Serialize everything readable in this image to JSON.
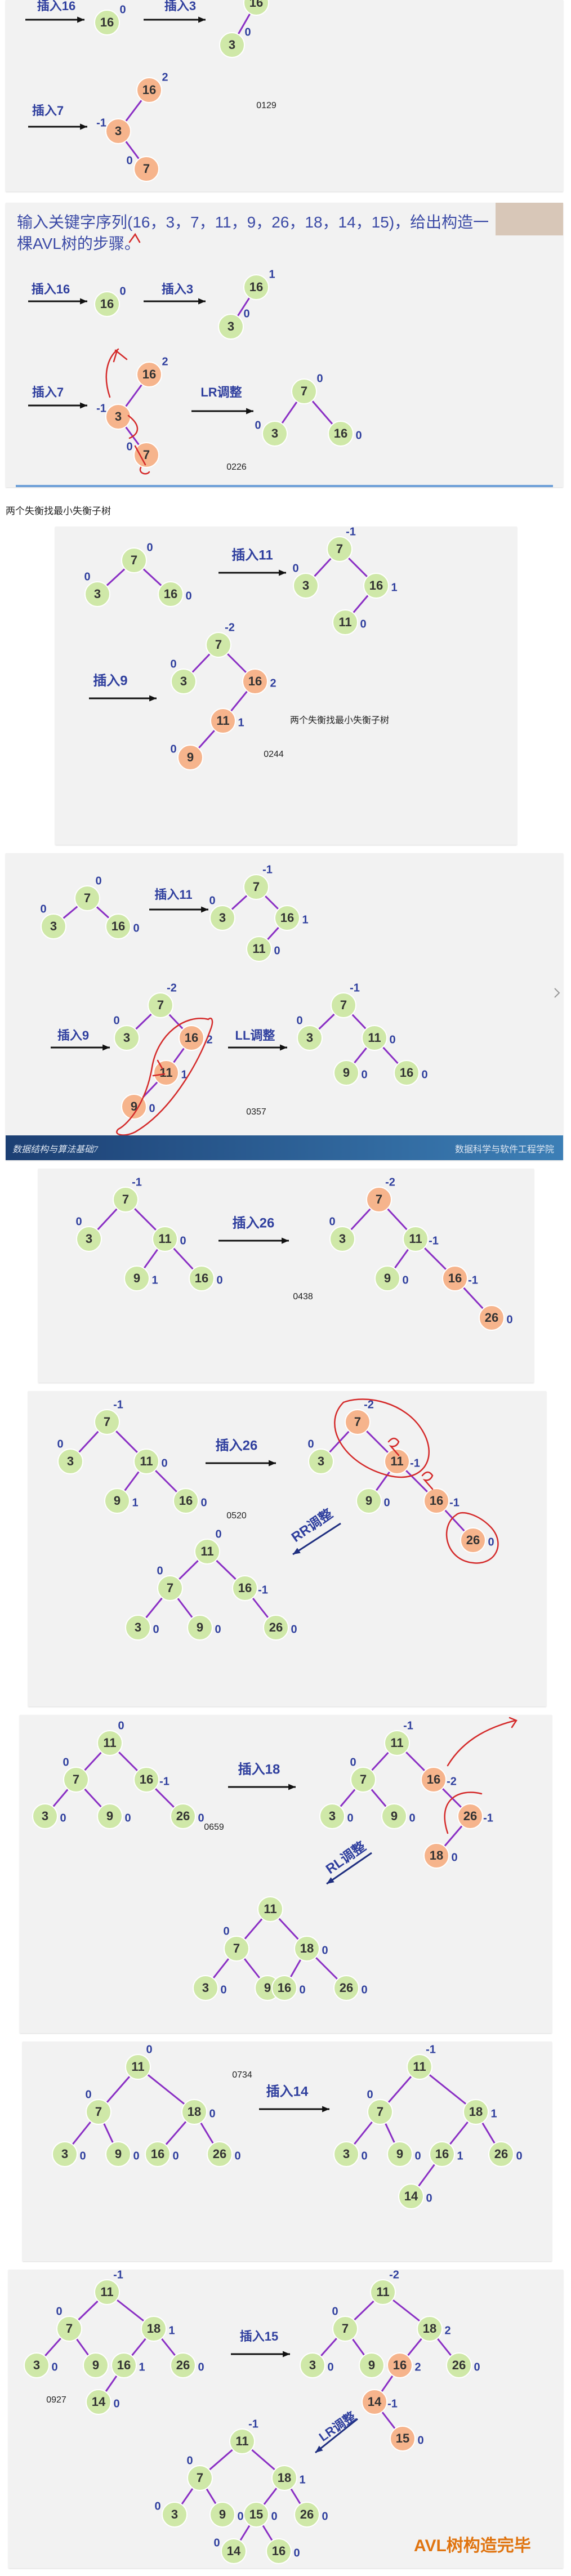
{
  "caption": "两个失衡找最小失衡子树",
  "slides": [
    {
      "id": "s1",
      "time": "0129",
      "labels": [
        "插入16",
        "插入3",
        "插入7"
      ],
      "nodes": [
        {
          "v": "16",
          "bf": "0"
        },
        {
          "v": "16",
          "bf": "1"
        },
        {
          "v": "3",
          "bf": "0"
        },
        {
          "v": "16",
          "bf": "2"
        },
        {
          "v": "3",
          "bf": "-1"
        },
        {
          "v": "7",
          "bf": "0"
        }
      ]
    },
    {
      "id": "s2",
      "time": "0226",
      "title": "输入关键字序列(16，3，7，11，9，26，18，14，15)，给出构造一棵AVL树的步骤。",
      "labels": [
        "插入16",
        "插入3",
        "插入7",
        "LR调整"
      ],
      "nodes": [
        {
          "v": "16",
          "bf": "0"
        },
        {
          "v": "16",
          "bf": "1"
        },
        {
          "v": "3",
          "bf": "0"
        },
        {
          "v": "16",
          "bf": "2"
        },
        {
          "v": "3",
          "bf": "-1"
        },
        {
          "v": "7",
          "bf": "0"
        },
        {
          "v": "7",
          "bf": "0"
        },
        {
          "v": "3",
          "bf": "0"
        },
        {
          "v": "16",
          "bf": "0"
        }
      ]
    },
    {
      "id": "s3",
      "time": "0244",
      "labels": [
        "插入11",
        "插入9"
      ],
      "note": "两个失衡找最小失衡子树"
    },
    {
      "id": "s4",
      "time": "0357",
      "labels": [
        "插入11",
        "插入9",
        "LL调整"
      ],
      "footer_left": "数据结构与算法基础7",
      "footer_right": "数据科学与软件工程学院"
    },
    {
      "id": "s5",
      "time": "0438",
      "labels": [
        "插入26"
      ]
    },
    {
      "id": "s6",
      "time": "0520",
      "labels": [
        "插入26",
        "RR调整"
      ]
    },
    {
      "id": "s7",
      "time": "0659",
      "labels": [
        "插入18",
        "RL调整"
      ]
    },
    {
      "id": "s8",
      "time": "0734",
      "labels": [
        "插入14"
      ]
    },
    {
      "id": "s9",
      "time": "0927",
      "labels": [
        "插入15",
        "LR调整"
      ],
      "done": "AVL树构造完毕"
    }
  ],
  "colors": {
    "node_green": "#cfe8a8",
    "node_orange": "#f6b48c",
    "edge": "#8a2fc4",
    "label": "#2f3f9e",
    "bf": "#2f3f9e",
    "annot": "#d42a2a"
  }
}
